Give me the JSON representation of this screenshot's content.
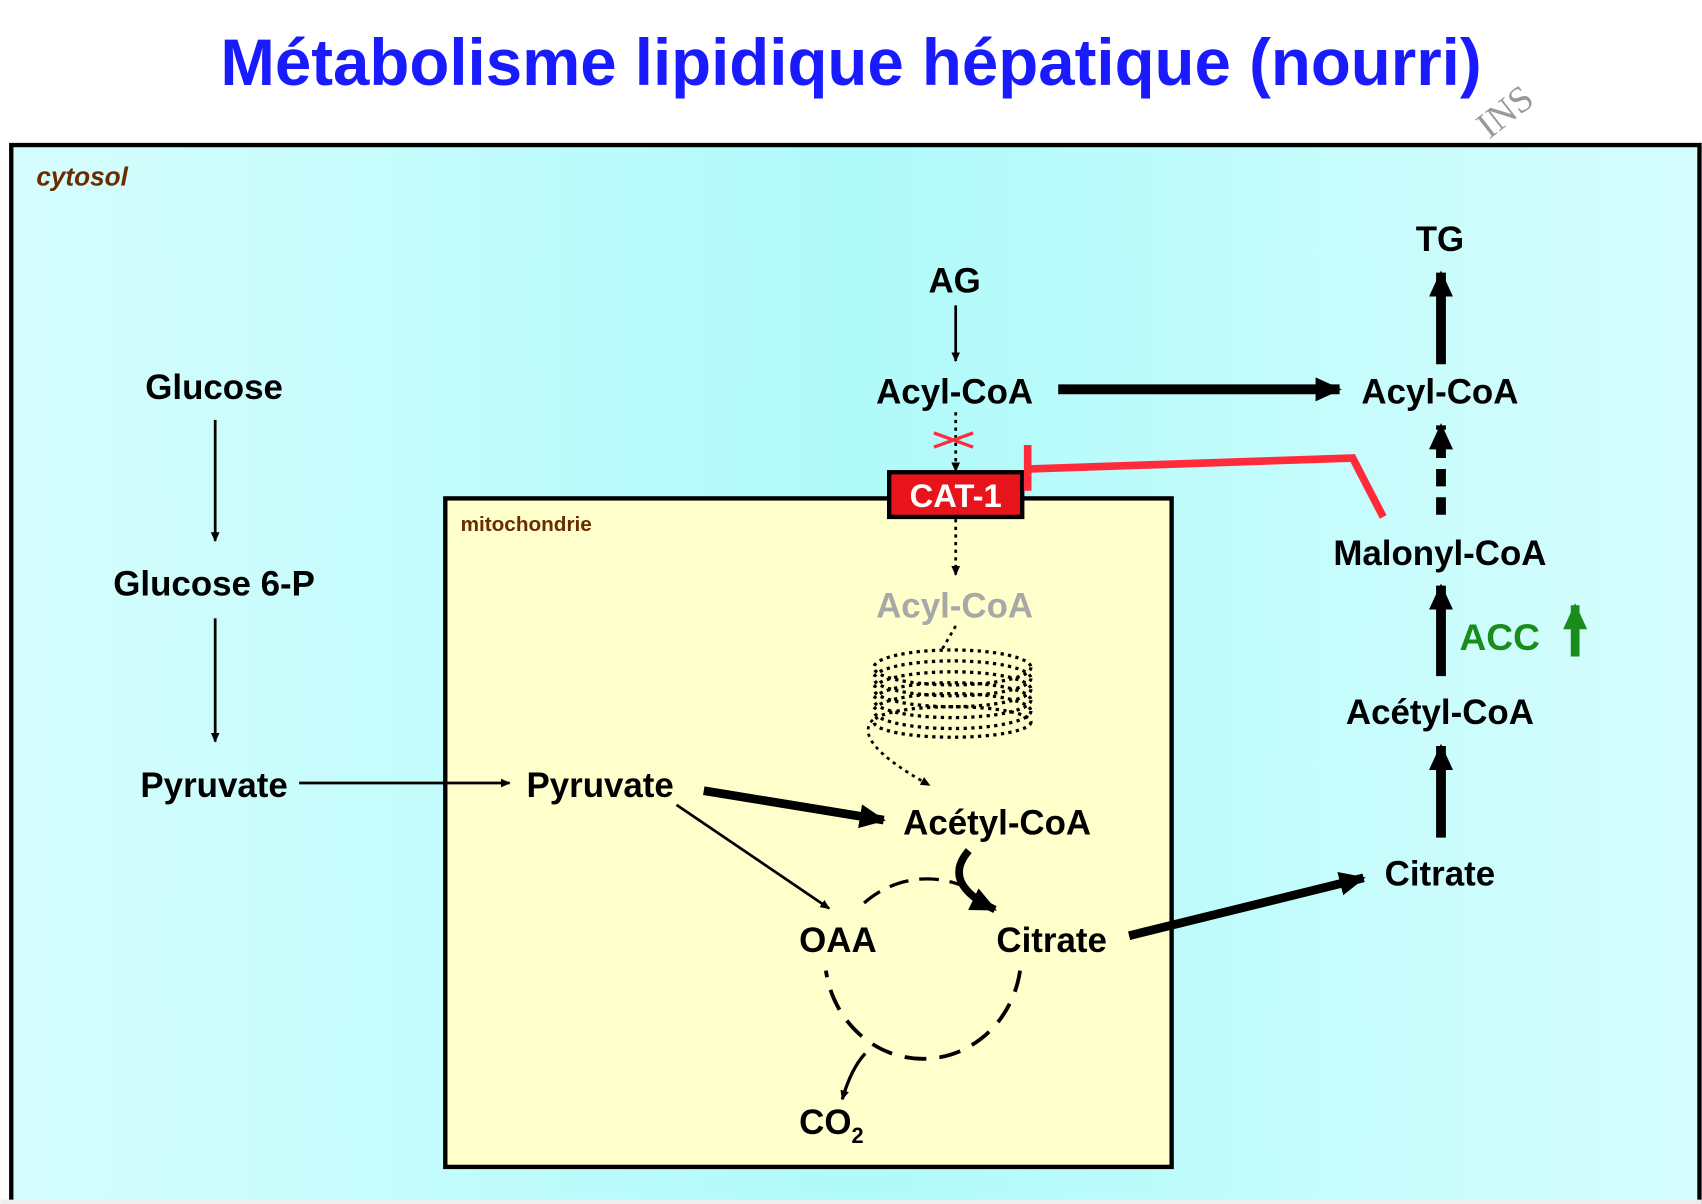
{
  "title": "Métabolisme lipidique hépatique (nourri)",
  "watermark": "INS",
  "compartments": {
    "cytosol": "cytosol",
    "mitochondrie": "mitochondrie"
  },
  "cytosol_nodes": {
    "glucose": "Glucose",
    "glucose6p": "Glucose 6-P",
    "pyruvate": "Pyruvate",
    "ag": "AG",
    "acylcoa": "Acyl-CoA",
    "acylcoa_right": "Acyl-CoA",
    "tg": "TG",
    "malonylcoa": "Malonyl-CoA",
    "acetylcoa": "Acétyl-CoA",
    "citrate": "Citrate",
    "acc": "ACC"
  },
  "mito_nodes": {
    "cat1": "CAT-1",
    "acylcoa": "Acyl-CoA",
    "pyruvate": "Pyruvate",
    "acetylcoa": "Acétyl-CoA",
    "oaa": "OAA",
    "citrate": "Citrate",
    "co2": "CO",
    "co2_sub": "2"
  },
  "colors": {
    "title": "#1a1aff",
    "cat1": "#e8141c",
    "inhibition": "#ff2a3a",
    "acc": "#1a8c1a",
    "cytosol_label": "#6b2a00",
    "inactive": "#a8a8a8",
    "mito_fill": "#ffffcc"
  }
}
